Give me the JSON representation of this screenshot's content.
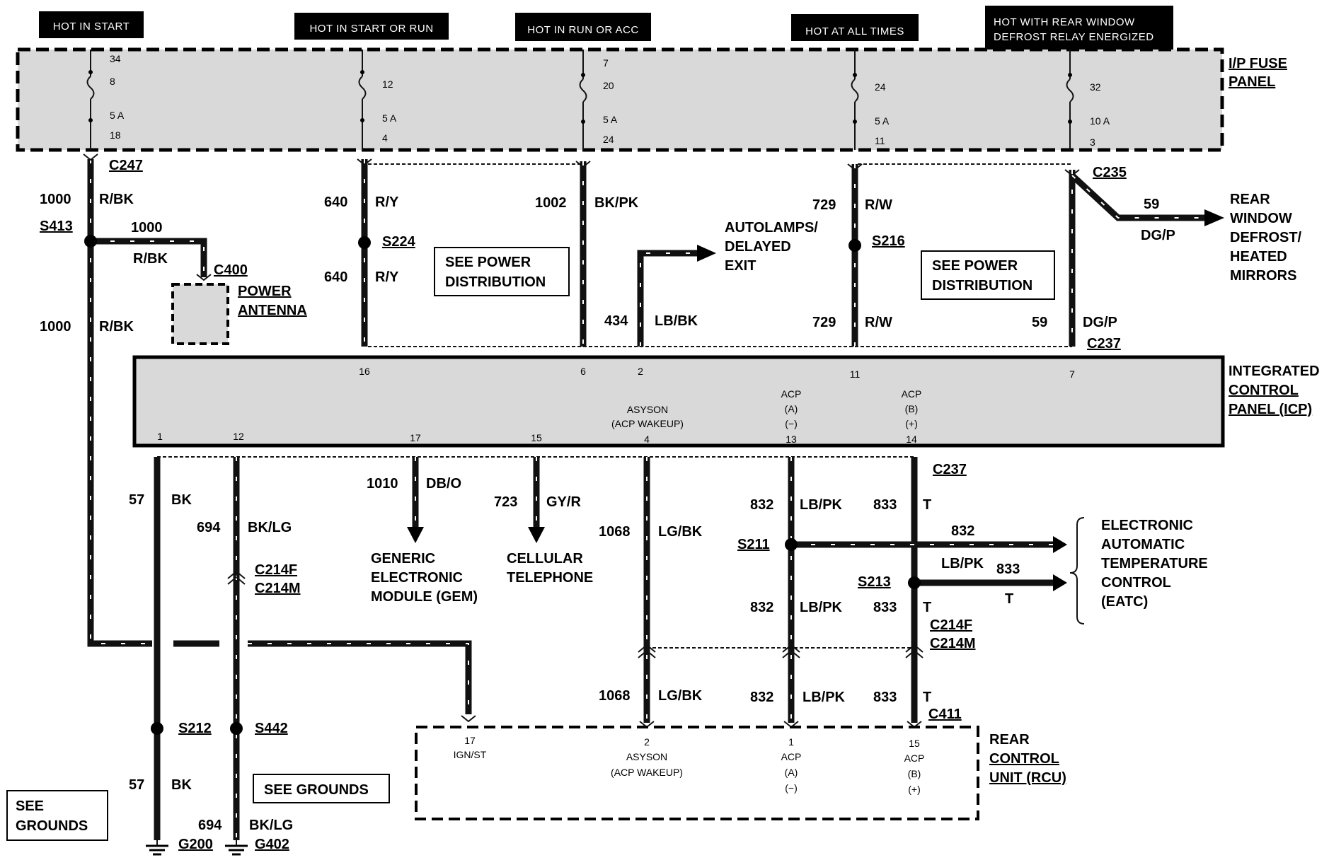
{
  "headers": {
    "hot_in_start": "HOT IN START",
    "hot_in_start_or_run": "HOT IN START OR RUN",
    "hot_in_run_or_acc": "HOT IN RUN OR ACC",
    "hot_at_all_times": "HOT AT ALL TIMES",
    "hot_rear_defrost_1": "HOT WITH REAR WINDOW",
    "hot_rear_defrost_2": "DEFROST RELAY ENERGIZED"
  },
  "fuse_panel": {
    "label_1": "I/P FUSE",
    "label_2": "PANEL",
    "fuses": [
      {
        "top": "34",
        "num": "8",
        "amp": "5 A",
        "bottom": "18"
      },
      {
        "top": "",
        "num": "12",
        "amp": "5 A",
        "bottom": "4"
      },
      {
        "top": "7",
        "num": "20",
        "amp": "5 A",
        "bottom": "24"
      },
      {
        "top": "",
        "num": "24",
        "amp": "5 A",
        "bottom": "11"
      },
      {
        "top": "",
        "num": "32",
        "amp": "10 A",
        "bottom": "3"
      }
    ]
  },
  "icp": {
    "label_1": "INTEGRATED",
    "label_2": "CONTROL",
    "label_3": "PANEL (ICP)",
    "pin_16": "16",
    "pin_6": "6",
    "pin_2": "2",
    "pin_11": "11",
    "pin_7": "7",
    "pin_1": "1",
    "pin_12": "12",
    "pin_17": "17",
    "pin_15": "15",
    "pin_4": "4",
    "pin_13": "13",
    "pin_14": "14",
    "asyson": "ASYSON",
    "acp_wakeup": "(ACP WAKEUP)",
    "acp": "ACP",
    "a": "(A)",
    "minus": "(−)",
    "b": "(B)",
    "plus": "(+)"
  },
  "rcu": {
    "label_1": "REAR",
    "label_2": "CONTROL",
    "label_3": "UNIT (RCU)",
    "pin_17": "17",
    "ign_st": "IGN/ST",
    "pin_2": "2",
    "asyson": "ASYSON",
    "acp_wakeup": "(ACP WAKEUP)",
    "pin_1": "1",
    "acp": "ACP",
    "a": "(A)",
    "minus": "(−)",
    "pin_15": "15",
    "b": "(B)",
    "plus": "(+)"
  },
  "connectors": {
    "c247": "C247",
    "c400": "C400",
    "c235": "C235",
    "c237": "C237",
    "c214f": "C214F",
    "c214m": "C214M",
    "c411": "C411"
  },
  "splices": {
    "s413": "S413",
    "s224": "S224",
    "s216": "S216",
    "s211": "S211",
    "s213": "S213",
    "s212": "S212",
    "s442": "S442"
  },
  "grounds": {
    "g200": "G200",
    "g402": "G402"
  },
  "circuits": {
    "c1000": "1000",
    "rbk": "R/BK",
    "c640": "640",
    "ry": "R/Y",
    "c1002": "1002",
    "bkpk": "BK/PK",
    "c434": "434",
    "lbbk": "LB/BK",
    "c729": "729",
    "rw": "R/W",
    "c59": "59",
    "dgp": "DG/P",
    "c57": "57",
    "bk": "BK",
    "c694": "694",
    "bklg": "BK/LG",
    "c1010": "1010",
    "dbo": "DB/O",
    "c723": "723",
    "gyr": "GY/R",
    "c1068": "1068",
    "lgbk": "LG/BK",
    "c832": "832",
    "lbpk": "LB/PK",
    "c833": "833",
    "t": "T"
  },
  "components": {
    "power_antenna_1": "POWER",
    "power_antenna_2": "ANTENNA",
    "autolamps_1": "AUTOLAMPS/",
    "autolamps_2": "DELAYED",
    "autolamps_3": "EXIT",
    "rear_window_1": "REAR",
    "rear_window_2": "WINDOW",
    "rear_window_3": "DEFROST/",
    "rear_window_4": "HEATED",
    "rear_window_5": "MIRRORS",
    "gem_1": "GENERIC",
    "gem_2": "ELECTRONIC",
    "gem_3": "MODULE (GEM)",
    "cell_1": "CELLULAR",
    "cell_2": "TELEPHONE",
    "eatc_1": "ELECTRONIC",
    "eatc_2": "AUTOMATIC",
    "eatc_3": "TEMPERATURE",
    "eatc_4": "CONTROL",
    "eatc_5": "(EATC)"
  },
  "refs": {
    "see_power_1": "SEE POWER",
    "see_power_2": "DISTRIBUTION",
    "see_grounds": "SEE GROUNDS",
    "see": "SEE",
    "grounds_word": "GROUNDS"
  },
  "colors": {
    "wire": "#111111",
    "shade": "#d9d9d9",
    "header_bg": "#000000"
  }
}
